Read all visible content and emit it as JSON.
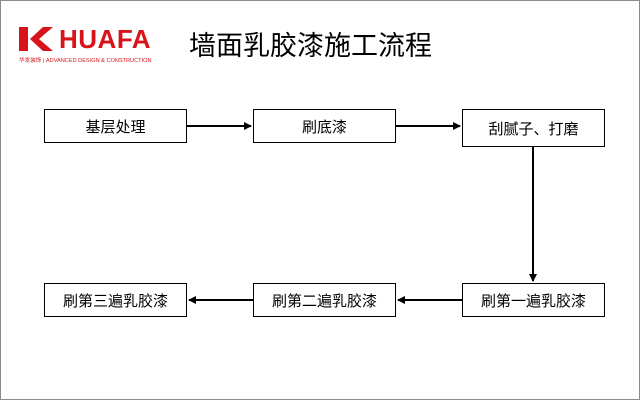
{
  "logo": {
    "wordmark": "HUAFA",
    "tagline": "华发装饰 | ADVANCED DESIGN & CONSTRUCTION",
    "brand_color": "#d7141a",
    "mark_icon": "huafa-k-logo-icon"
  },
  "title": "墙面乳胶漆施工流程",
  "steps": [
    "基层处理",
    "刷底漆",
    "刮腻子、打磨",
    "刷第一遍乳胶漆",
    "刷第二遍乳胶漆",
    "刷第三遍乳胶漆"
  ]
}
